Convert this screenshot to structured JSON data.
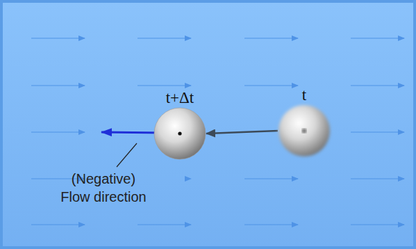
{
  "diagram": {
    "nodes": [
      {
        "text": [
          "t+Δt"
        ]
      },
      {
        "text": [
          "t"
        ]
      }
    ],
    "edges": [
      {
        "from": 1,
        "to": 0,
        "arrow": "to"
      }
    ],
    "labels": [
      "(Negative) Flow direction"
    ]
  }
}
